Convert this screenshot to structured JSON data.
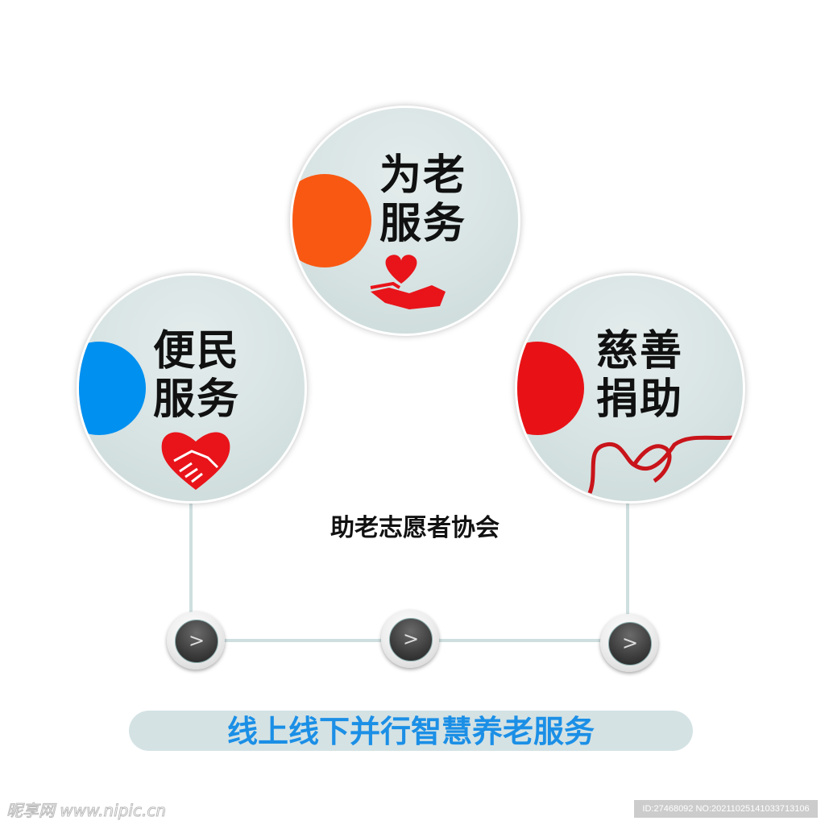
{
  "nodes": [
    {
      "line1": "为老",
      "line2": "服务",
      "color": "#f95812",
      "icon": "heart-in-hand-icon"
    },
    {
      "line1": "便民",
      "line2": "服务",
      "color": "#0090f0",
      "icon": "handshake-heart-icon"
    },
    {
      "line1": "慈善",
      "line2": "捐助",
      "color": "#e81216",
      "icon": "ribbon-heart-icon"
    }
  ],
  "center_title": "助老志愿者协会",
  "arrows": [
    ">",
    ">",
    ">"
  ],
  "banner": "线上线下并行智慧养老服务",
  "watermark": "昵享网 www.nipic.cn",
  "image_id": "ID:27468092 NO:20211025141033713106"
}
